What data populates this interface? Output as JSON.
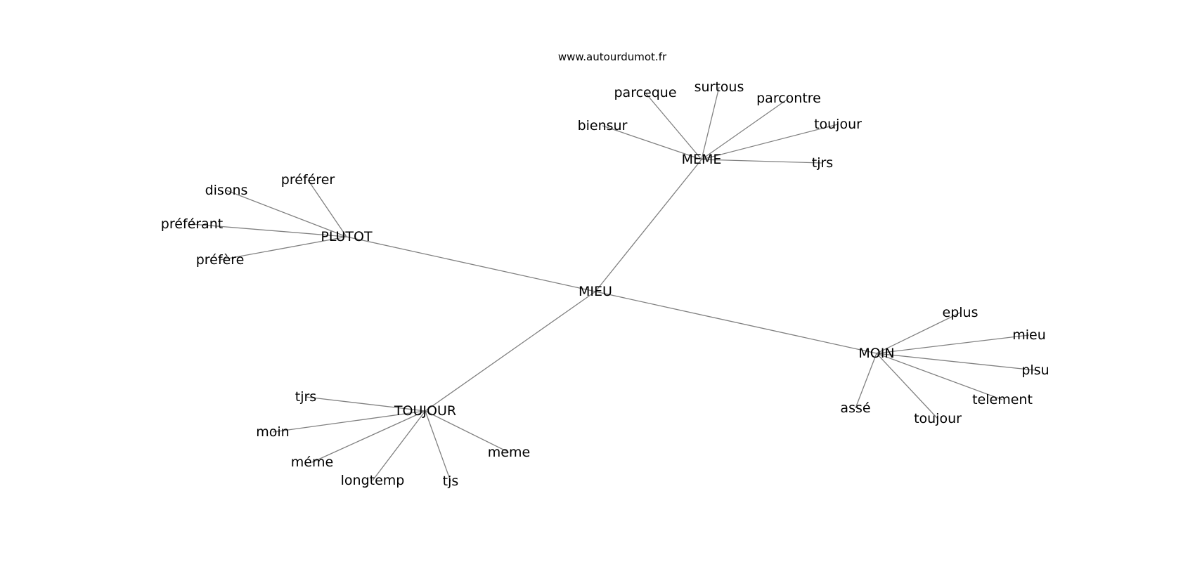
{
  "source": "www.autourdumot.fr",
  "graph": {
    "root": "MIEU",
    "hubs": [
      {
        "id": "meme_hub",
        "label": "MEME",
        "leaves": [
          "parceque",
          "surtous",
          "parcontre",
          "biensur",
          "toujour",
          "tjrs"
        ]
      },
      {
        "id": "plutot_hub",
        "label": "PLUTOT",
        "leaves": [
          "disons",
          "préférer",
          "préférant",
          "préfère"
        ]
      },
      {
        "id": "moin_hub",
        "label": "MOIN",
        "leaves": [
          "eplus",
          "mieu",
          "plsu",
          "telement",
          "assé",
          "toujour"
        ]
      },
      {
        "id": "toujour_hub",
        "label": "TOUJOUR",
        "leaves": [
          "tjrs",
          "moin",
          "méme",
          "longtemp",
          "tjs",
          "meme"
        ]
      }
    ]
  }
}
